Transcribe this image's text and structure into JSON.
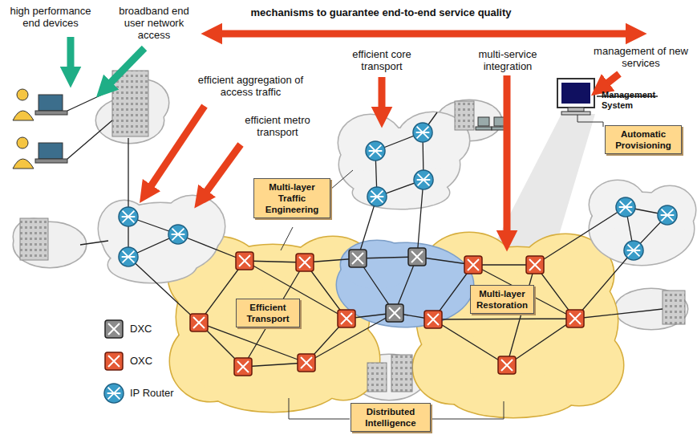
{
  "diagram": {
    "nodes": [
      {
        "text": [
          "Automatic Provisioning"
        ]
      },
      {
        "text": [
          "Multi-layer Traffic Engineering"
        ]
      },
      {
        "text": [
          "Efficient Transport"
        ]
      },
      {
        "text": [
          "Multi-layer Restoration"
        ]
      },
      {
        "text": [
          "Distributed Intelligence"
        ]
      }
    ],
    "labels": [
      "mechanisms to guarantee end-to-end service quality",
      "high performance end devices",
      "broadband end user network access",
      "efficient aggregation of access traffic",
      "efficient metro transport",
      "efficient core transport",
      "multi-service integration",
      "management of new services",
      "Management System"
    ],
    "legend": [
      {
        "text": "DXC"
      },
      {
        "text": "OXC"
      },
      {
        "text": "IP Router"
      }
    ]
  }
}
